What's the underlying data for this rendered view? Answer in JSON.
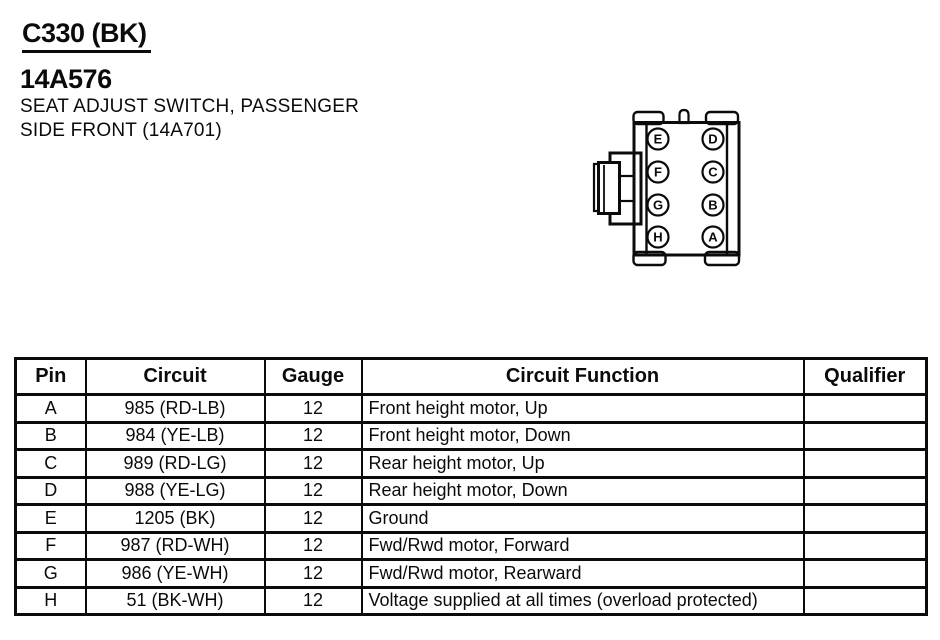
{
  "page": {
    "connector_id": "C330 (BK)",
    "part_number": "14A576",
    "description_line1": "SEAT ADJUST SWITCH, PASSENGER",
    "description_line2": "SIDE FRONT (14A701)"
  },
  "connector_diagram": {
    "pins_left_top_to_bottom": [
      "E",
      "F",
      "G",
      "H"
    ],
    "pins_right_top_to_bottom": [
      "D",
      "C",
      "B",
      "A"
    ]
  },
  "pin_table": {
    "headers": [
      "Pin",
      "Circuit",
      "Gauge",
      "Circuit Function",
      "Qualifier"
    ],
    "rows": [
      [
        "A",
        "985 (RD-LB)",
        "12",
        "Front height motor, Up",
        ""
      ],
      [
        "B",
        "984 (YE-LB)",
        "12",
        "Front height motor, Down",
        ""
      ],
      [
        "C",
        "989 (RD-LG)",
        "12",
        "Rear height motor, Up",
        ""
      ],
      [
        "D",
        "988 (YE-LG)",
        "12",
        "Rear height motor, Down",
        ""
      ],
      [
        "E",
        "1205 (BK)",
        "12",
        "Ground",
        ""
      ],
      [
        "F",
        "987 (RD-WH)",
        "12",
        "Fwd/Rwd motor, Forward",
        ""
      ],
      [
        "G",
        "986 (YE-WH)",
        "12",
        "Fwd/Rwd motor, Rearward",
        ""
      ],
      [
        "H",
        "51 (BK-WH)",
        "12",
        "Voltage supplied at all times (overload protected)",
        ""
      ]
    ]
  },
  "colors": {
    "ink": "#0b0b0b",
    "paper": "#ffffff"
  }
}
